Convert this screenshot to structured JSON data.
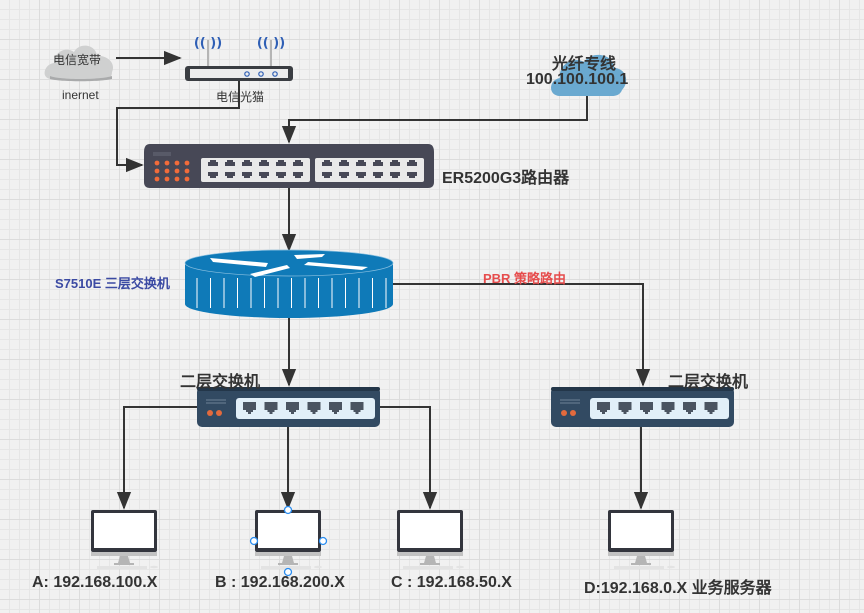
{
  "nodes": {
    "isp_cloud": {
      "label": "电信宽带",
      "caption": "inernet"
    },
    "modem": {
      "label": "电信光猫"
    },
    "fiber_cloud": {
      "title": "光纤专线",
      "ip": "100.100.100.1"
    },
    "router": {
      "label": "ER5200G3路由器"
    },
    "core_switch": {
      "label": "S7510E 三层交换机"
    },
    "pbr": {
      "label": "PBR 策略路由"
    },
    "switch_left": {
      "label": "二层交换机"
    },
    "switch_right": {
      "label": "二层交换机"
    },
    "hosts": [
      {
        "label": "A:  192.168.100.X"
      },
      {
        "label": "B : 192.168.200.X"
      },
      {
        "label": "C : 192.168.50.X"
      },
      {
        "label": "D:192.168.0.X  业务服务器"
      }
    ]
  },
  "colors": {
    "line": "#333333",
    "router_body": "#474856",
    "router_led": "#f26b3a",
    "core_switch": "#0f7ab8",
    "l2_switch": "#324a62",
    "fiber_cloud": "#6aa9d0",
    "isp_cloud": "#cfd0d0",
    "pbr_text": "#e64c4c",
    "core_text": "#3b4aa3",
    "selection": "#2a8df0"
  }
}
